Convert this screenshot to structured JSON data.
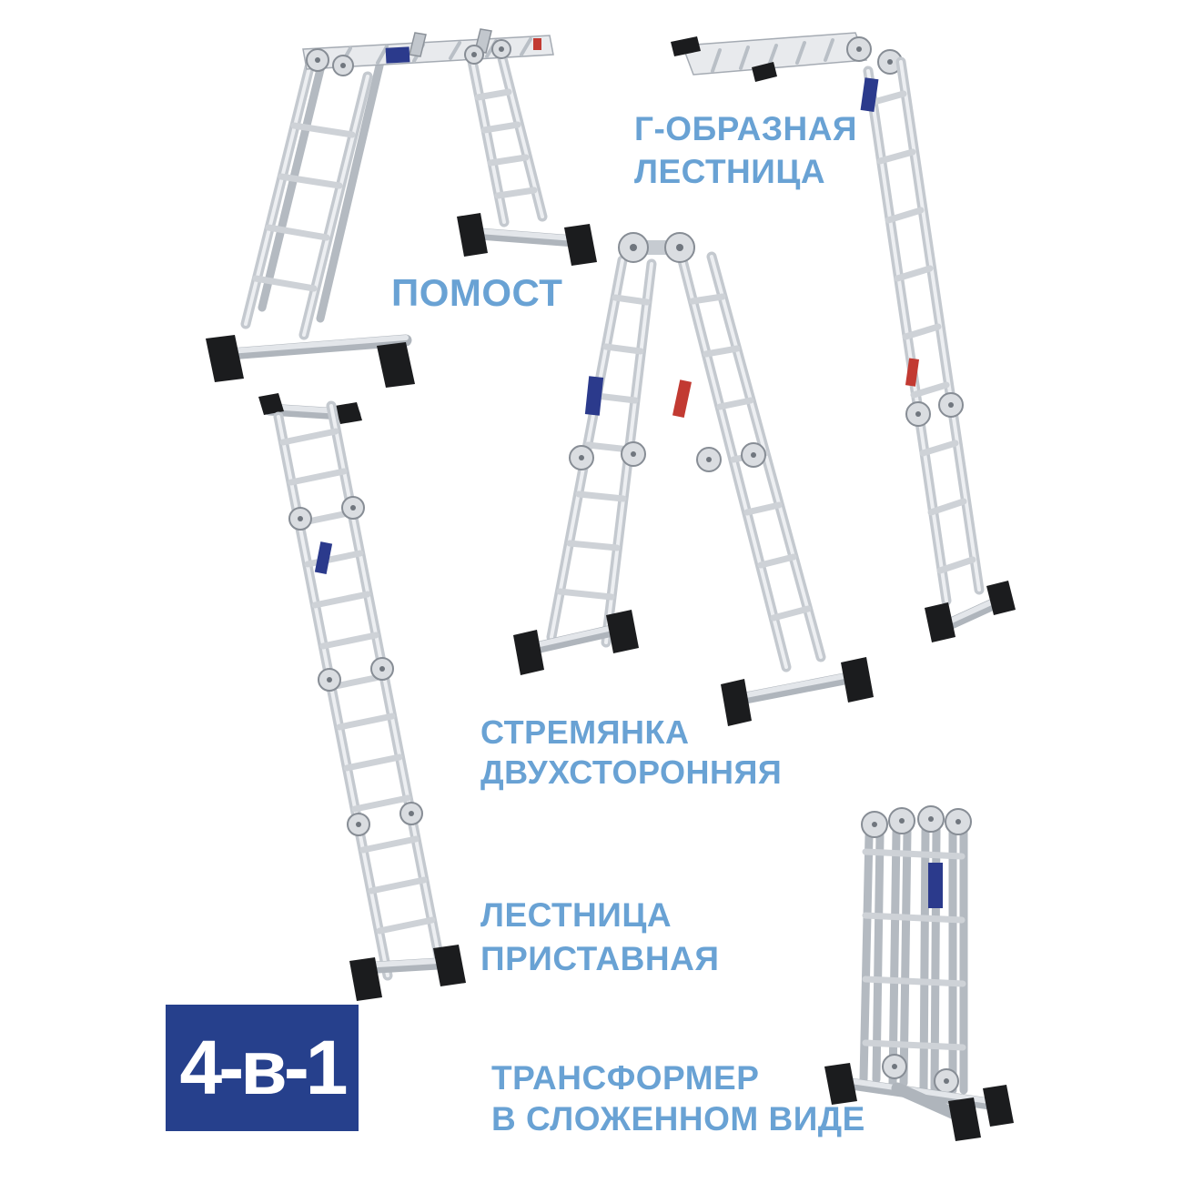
{
  "page": {
    "type": "product-infographic",
    "subject": "4-in-1 transformer ladder configurations",
    "background": "#FFFFFF"
  },
  "palette": {
    "label_blue": "#69A2D4",
    "badge_blue": "#26408C",
    "badge_text_white": "#FFFFFF",
    "aluminum_light": "#EDEFF2",
    "aluminum_mid": "#C4C9CF",
    "aluminum_dark": "#AFB5BC",
    "foot_black": "#1B1C1E",
    "sticker_blue": "#2B3A8C",
    "sticker_red": "#C23A32"
  },
  "badge": {
    "text": "4-в-1"
  },
  "labels": {
    "l_shape": {
      "lines": [
        "Г-ОБРАЗНАЯ",
        "ЛЕСТНИЦА"
      ]
    },
    "platform": {
      "lines": [
        "ПОМОСТ"
      ]
    },
    "stepladder": {
      "lines": [
        "СТРЕМЯНКА",
        "ДВУХСТОРОННЯЯ"
      ]
    },
    "leaning": {
      "lines": [
        "ЛЕСТНИЦА",
        "ПРИСТАВНАЯ"
      ]
    },
    "folded": {
      "lines": [
        "ТРАНСФОРМЕР",
        "В СЛОЖЕННОМ ВИДЕ"
      ]
    }
  },
  "illustrations": [
    {
      "name": "platform-bridge-ladder"
    },
    {
      "name": "l-shaped-ladder"
    },
    {
      "name": "double-sided-stepladder"
    },
    {
      "name": "leaning-straight-ladder"
    },
    {
      "name": "folded-transformer-ladder"
    }
  ]
}
